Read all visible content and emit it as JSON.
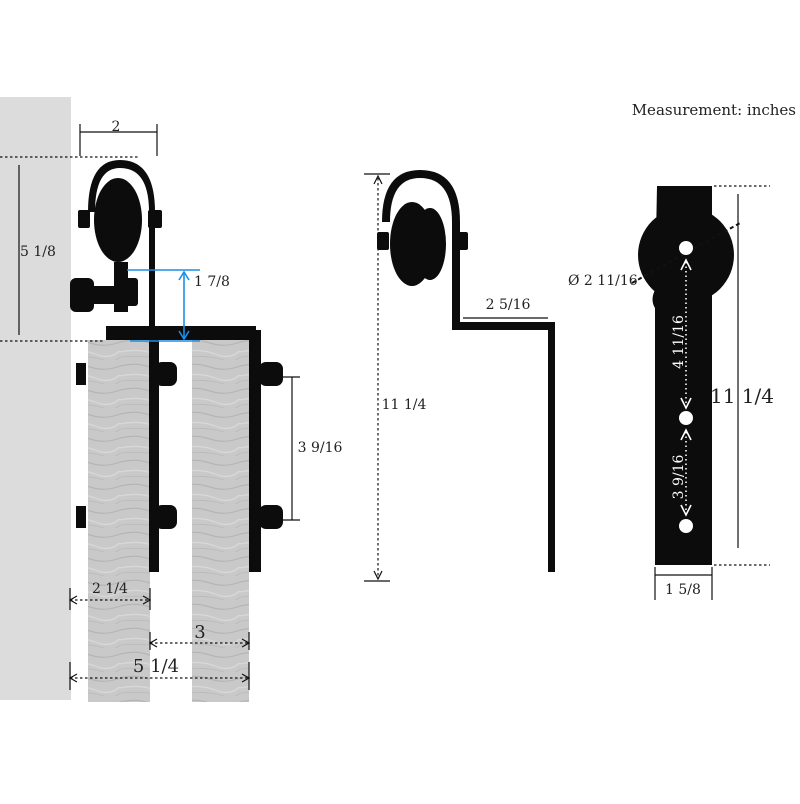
{
  "measurement_note": "Measurement: inches",
  "colors": {
    "wall": "#dcdcdc",
    "wood": "#c9c9c9",
    "metal": "#0c0c0c",
    "accent_line": "#1a8fe6"
  },
  "views": {
    "installed": {
      "dims": {
        "top_width": "2",
        "left_height": "5 1/8",
        "clearance": "1 7/8",
        "bolt_spacing": "3 9/16",
        "door_thickness": "2 1/4",
        "door_gap": "3",
        "total_depth": "5 1/4"
      }
    },
    "side_profile": {
      "dims": {
        "length": "11 1/4",
        "offset": "2 5/16"
      }
    },
    "front_strap": {
      "dims": {
        "wheel_diameter": "Ø 2 11/16",
        "upper_hole_spacing": "4 11/16",
        "length": "11 1/4",
        "lower_hole_spacing": "3 9/16",
        "strap_width": "1 5/8"
      }
    }
  }
}
